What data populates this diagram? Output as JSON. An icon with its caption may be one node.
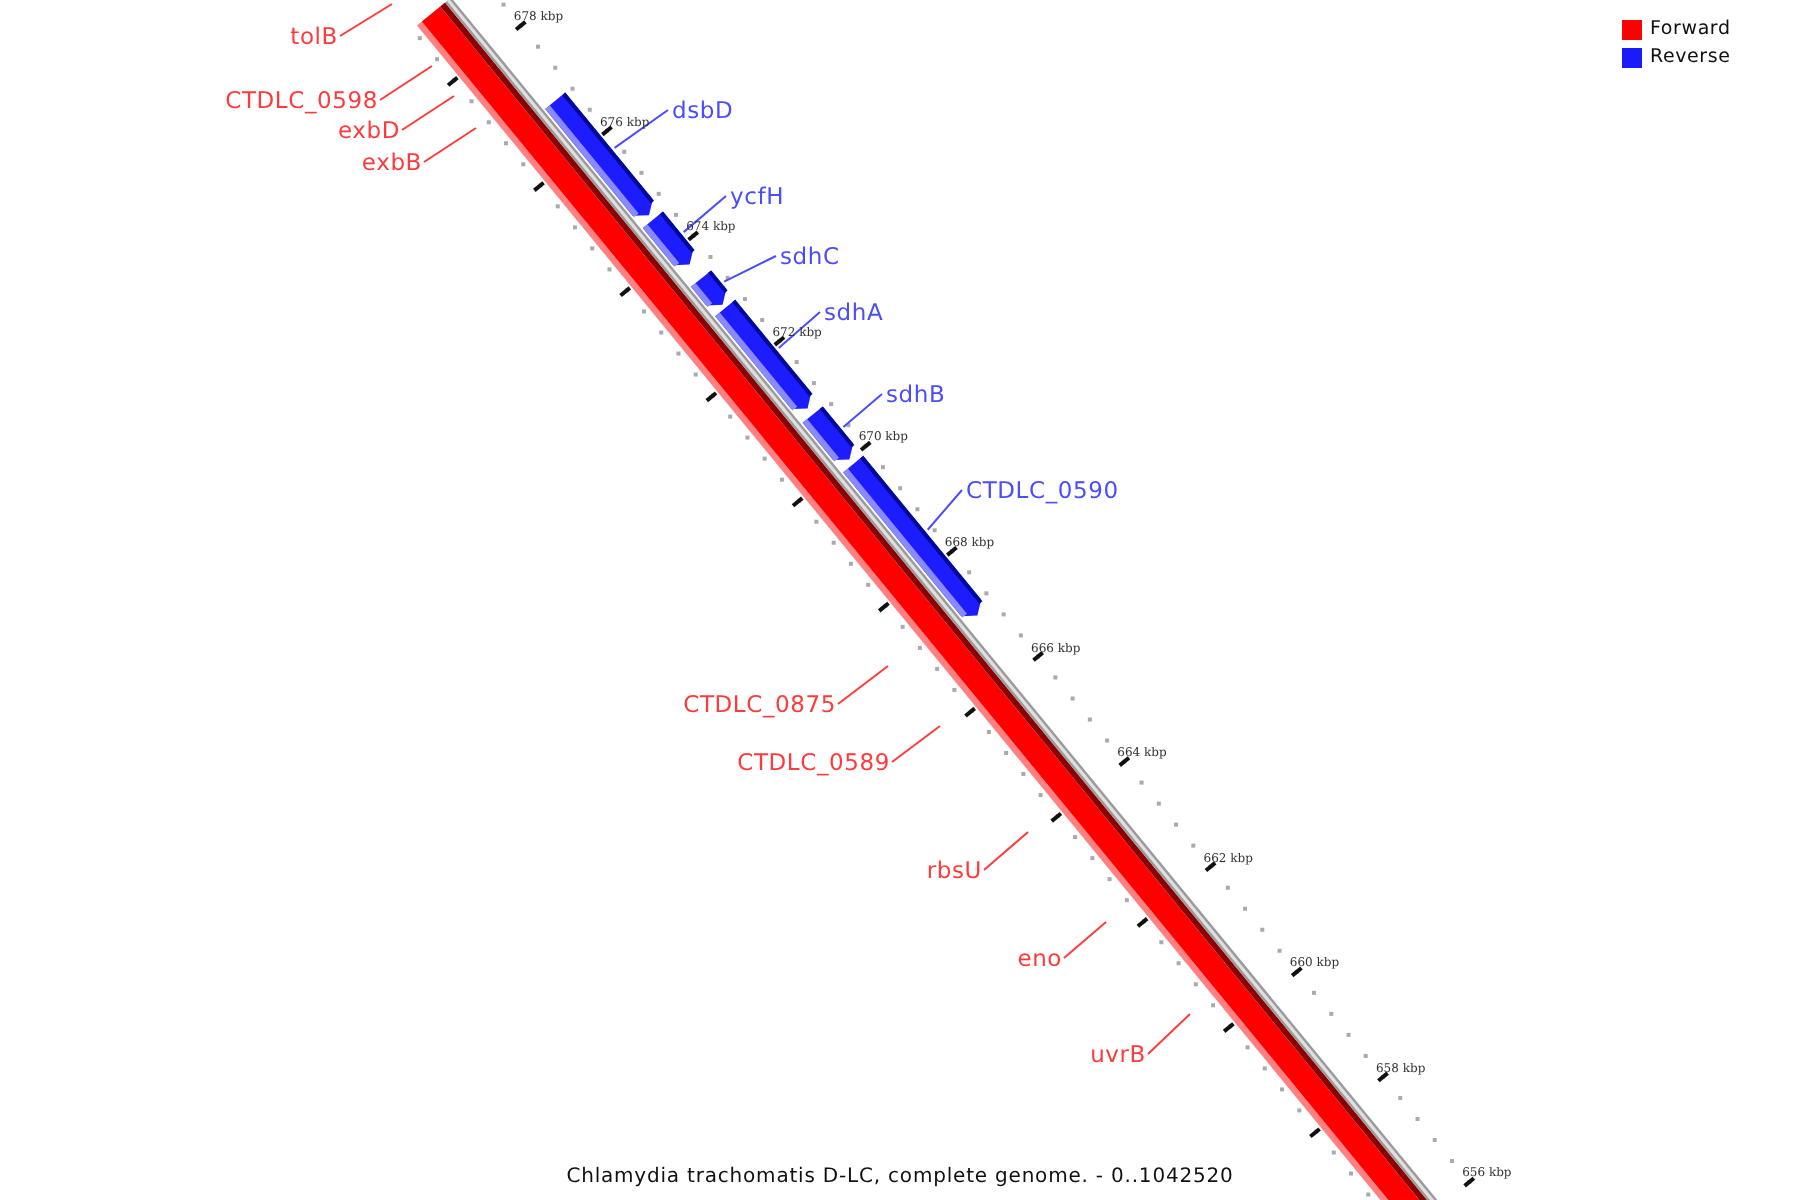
{
  "diagram": {
    "caption": "Chlamydia trachomatis D-LC, complete genome. - 0..1042520",
    "nodes": [
      {
        "text": [
          "tolB"
        ]
      },
      {
        "text": [
          "CTDLC_0598"
        ]
      },
      {
        "text": [
          "exbD"
        ]
      },
      {
        "text": [
          "exbB"
        ]
      },
      {
        "text": [
          "dsbD"
        ]
      },
      {
        "text": [],
        "shape": "bar"
      },
      {
        "text": [
          "ycfH"
        ]
      },
      {
        "text": [],
        "shape": "bar"
      },
      {
        "text": [
          "sdhC"
        ]
      },
      {
        "text": [],
        "shape": "bar"
      },
      {
        "text": [
          "sdhA"
        ]
      },
      {
        "text": [],
        "shape": "bar"
      },
      {
        "text": [
          "sdhB"
        ]
      },
      {
        "text": [],
        "shape": "bar"
      },
      {
        "text": [
          "CTDLC_0590"
        ]
      },
      {
        "text": [],
        "shape": "bar"
      },
      {
        "text": [
          "CTDLC_0875"
        ]
      },
      {
        "text": [
          "CTDLC_0589"
        ]
      },
      {
        "text": [
          "rbsU"
        ]
      },
      {
        "text": [
          "eno"
        ]
      },
      {
        "text": [
          "uvrB"
        ]
      }
    ],
    "edges": [
      {
        "from": 0,
        "to": null,
        "arrow": "none"
      },
      {
        "from": 1,
        "to": null,
        "arrow": "none"
      },
      {
        "from": 2,
        "to": null,
        "arrow": "none"
      },
      {
        "from": 3,
        "to": null,
        "arrow": "none"
      },
      {
        "from": 4,
        "to": 5,
        "arrow": "none",
        "color": "#4b4bff"
      },
      {
        "from": 6,
        "to": 7,
        "arrow": "none",
        "color": "#4b4bff"
      },
      {
        "from": 8,
        "to": 9,
        "arrow": "none",
        "color": "#4b4bff"
      },
      {
        "from": 10,
        "to": 11,
        "arrow": "none",
        "color": "#4b4bff"
      },
      {
        "from": 12,
        "to": 13,
        "arrow": "none",
        "color": "#4b4bff"
      },
      {
        "from": 14,
        "to": 15,
        "arrow": "none",
        "color": "#4b4bff"
      },
      {
        "from": 16,
        "to": null,
        "arrow": "none"
      },
      {
        "from": 17,
        "to": null,
        "arrow": "none"
      },
      {
        "from": 18,
        "to": null,
        "arrow": "none"
      },
      {
        "from": 19,
        "to": null,
        "arrow": "none"
      },
      {
        "from": 20,
        "to": null,
        "arrow": "none"
      }
    ],
    "labels": [
      "678 kbp",
      "676 kbp",
      "674 kbp",
      "672 kbp",
      "670 kbp",
      "668 kbp",
      "666 kbp",
      "664 kbp",
      "662 kbp",
      "660 kbp",
      "658 kbp",
      "656 kbp"
    ],
    "legend": [
      {
        "text": "Forward",
        "color": "#ff0000"
      },
      {
        "text": "Reverse",
        "color": "#1a1aff"
      }
    ]
  }
}
